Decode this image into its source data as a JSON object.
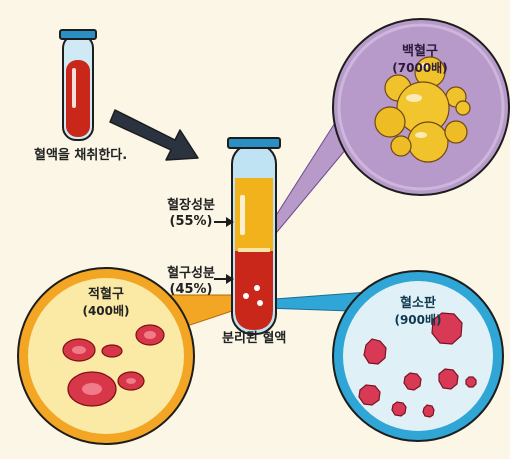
{
  "step1_caption": "혈액을 채취한다.",
  "tube_caption": "분리된 혈액",
  "plasma": {
    "name": "혈장성분",
    "percent": "(55%)"
  },
  "cells": {
    "name": "혈구성분",
    "percent": "(45%)"
  },
  "white_blood_cell": {
    "name": "백혈구",
    "magnification": "(7000배)",
    "color": "#b79ac9"
  },
  "red_blood_cell": {
    "name": "적혈구",
    "magnification": "(400배)",
    "color": "#f3a524"
  },
  "platelet": {
    "name": "혈소판",
    "magnification": "(900배)",
    "color": "#2fa6d6"
  },
  "colors": {
    "blood": "#c8271a",
    "plasma": "#f2b21c",
    "tube_glass": "#bfe3f2",
    "tube_cap": "#2b8fc4",
    "arrow": "#2b3240"
  }
}
